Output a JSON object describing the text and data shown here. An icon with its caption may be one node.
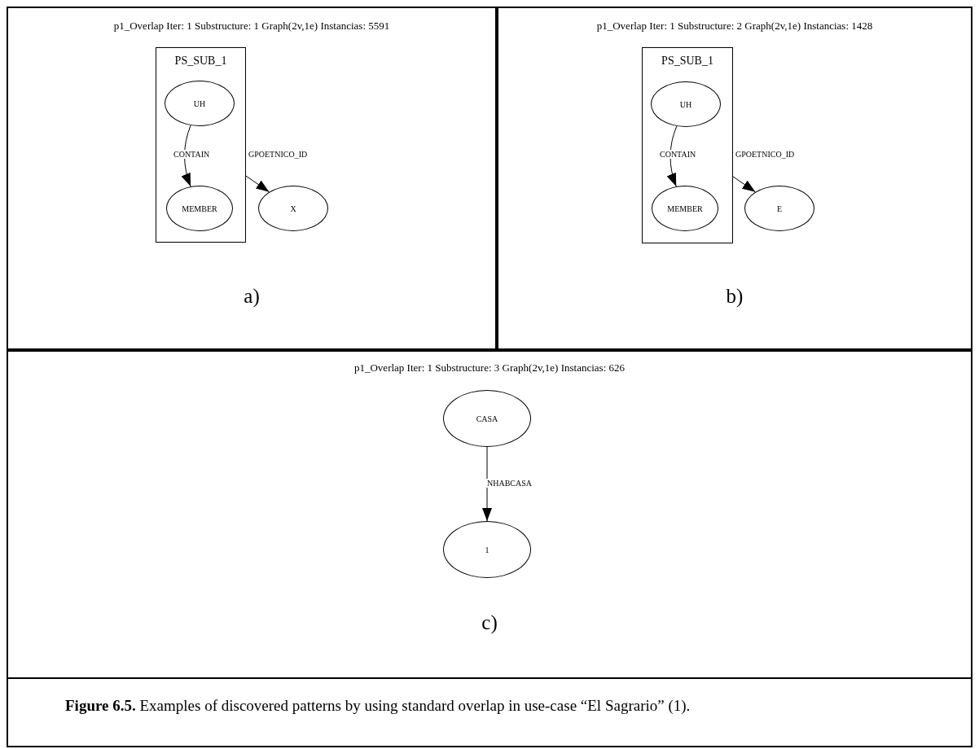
{
  "diagram": {
    "caption": "**Figure 6.5.** Examples of discovered patterns by using standard overlap in use-case “El Sagrario” (1).",
    "nodes": [
      {
        "text": [
          "p1_Overlap Iter: 1 Substructure: 1 Graph(2v,1e) Instancias: 5591",
          "a)"
        ]
      },
      {
        "text": [
          "PS_SUB_1"
        ],
        "in": 0
      },
      {
        "text": [
          "UH"
        ],
        "in": 1
      },
      {
        "text": [
          "MEMBER"
        ],
        "in": 1
      },
      {
        "text": [
          "X"
        ],
        "in": 0
      },
      {
        "text": [
          "p1_Overlap Iter: 1 Substructure: 2 Graph(2v,1e) Instancias: 1428",
          "b)"
        ]
      },
      {
        "text": [
          "PS_SUB_1"
        ],
        "in": 5
      },
      {
        "text": [
          "UH"
        ],
        "in": 6
      },
      {
        "text": [
          "MEMBER"
        ],
        "in": 6
      },
      {
        "text": [
          "E"
        ],
        "in": 5
      },
      {
        "text": [
          "p1_Overlap Iter: 1 Substructure: 3 Graph(2v,1e) Instancias: 626",
          "c)"
        ]
      },
      {
        "text": [
          "CASA"
        ],
        "in": 10
      },
      {
        "text": [
          "1"
        ],
        "in": 10
      }
    ],
    "edges": [
      {
        "from": 2,
        "to": 3,
        "arrow": "to",
        "label": "CONTAIN"
      },
      {
        "from": 1,
        "to": 4,
        "arrow": "to",
        "label": "GPOETNICO_ID"
      },
      {
        "from": 7,
        "to": 8,
        "arrow": "to",
        "label": "CONTAIN"
      },
      {
        "from": 6,
        "to": 9,
        "arrow": "to",
        "label": "GPOETNICO_ID"
      },
      {
        "from": 11,
        "to": 12,
        "arrow": "to",
        "label": "NHABCASA"
      }
    ]
  }
}
